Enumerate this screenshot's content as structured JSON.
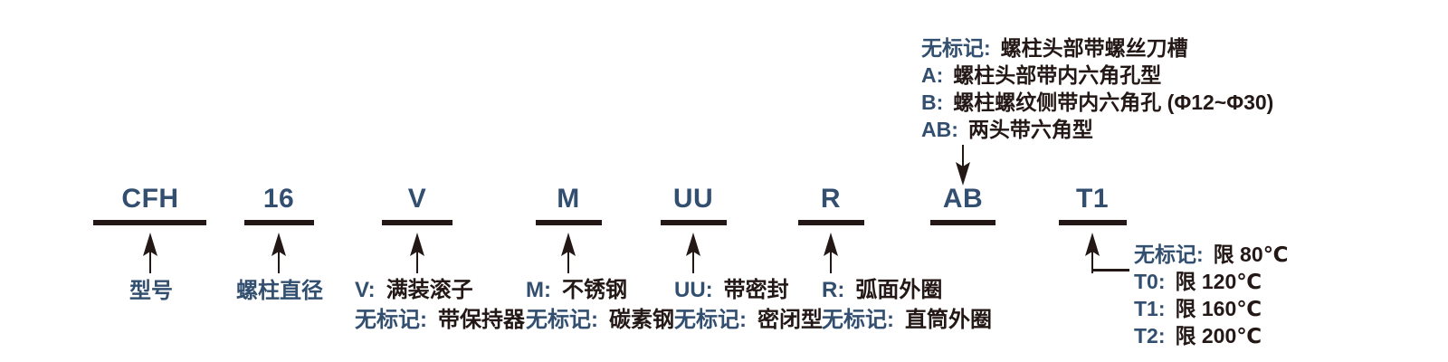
{
  "colors": {
    "accent_blue": "#334F70",
    "ink": "#231815",
    "background": "#FFFFFF"
  },
  "part_code": {
    "columns": [
      {
        "code": "CFH",
        "label": "型号"
      },
      {
        "code": "16",
        "label": "螺柱直径"
      },
      {
        "code": "V",
        "option_key": "V:",
        "option_value": "满装滚子",
        "default_key": "无标记:",
        "default_value": "带保持器"
      },
      {
        "code": "M",
        "option_key": "M:",
        "option_value": "不锈钢",
        "default_key": "无标记:",
        "default_value": "碳素钢"
      },
      {
        "code": "UU",
        "option_key": "UU:",
        "option_value": "带密封",
        "default_key": "无标记:",
        "default_value": "密闭型"
      },
      {
        "code": "R",
        "option_key": "R:",
        "option_value": "弧面外圈",
        "default_key": "无标记:",
        "default_value": "直筒外圈"
      },
      {
        "code": "AB"
      },
      {
        "code": "T1"
      }
    ]
  },
  "stud_head_note": {
    "lines": [
      {
        "key": "无标记:",
        "value": "螺柱头部带螺丝刀槽"
      },
      {
        "key": "A:",
        "value": "螺柱头部带内六角孔型"
      },
      {
        "key": "B:",
        "value": "螺柱螺纹侧带内六角孔 (Φ12~Φ30)"
      },
      {
        "key": "AB:",
        "value": "两头带六角型"
      }
    ]
  },
  "temperature_note": {
    "lines": [
      {
        "key": "无标记:",
        "value": "限 80℃"
      },
      {
        "key": "T0:",
        "value": "限 120℃"
      },
      {
        "key": "T1:",
        "value": "限 160℃"
      },
      {
        "key": "T2:",
        "value": "限 200℃"
      }
    ]
  }
}
